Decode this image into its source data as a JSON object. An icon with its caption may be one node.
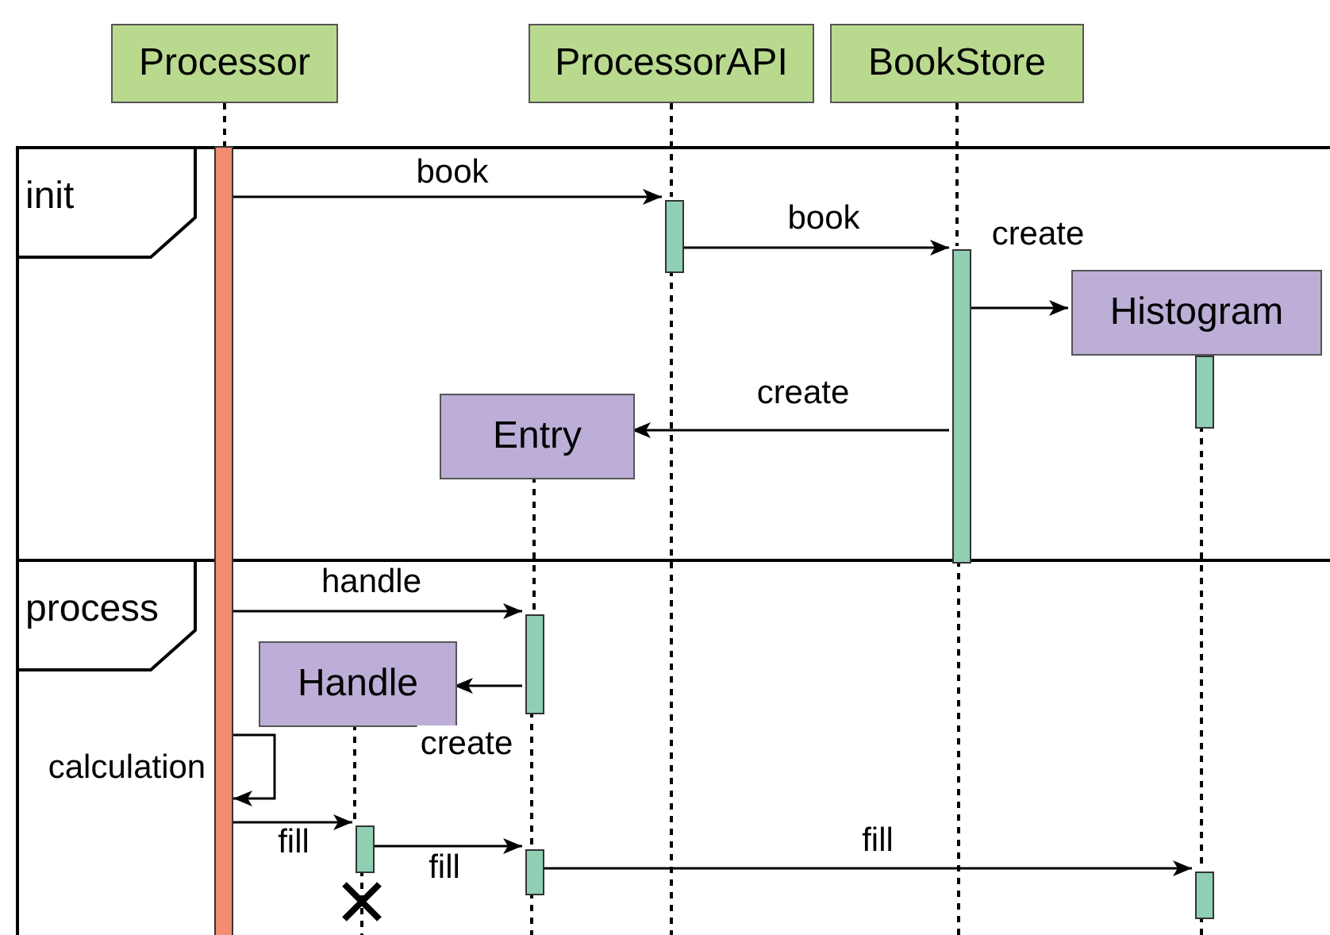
{
  "diagram": {
    "nodes": [
      {
        "text": [
          "init"
        ]
      },
      {
        "text": [
          "process"
        ]
      },
      {
        "text": [
          "Processor"
        ]
      },
      {
        "text": [
          "ProcessorAPI"
        ]
      },
      {
        "text": [
          "BookStore"
        ]
      },
      {
        "text": [
          "Histogram"
        ],
        "in": 0
      },
      {
        "text": [
          "Entry"
        ],
        "in": 0
      },
      {
        "text": [
          "Handle"
        ],
        "in": 1
      },
      {
        "text": [],
        "shape": "bar"
      },
      {
        "text": [],
        "shape": "bar",
        "in": 0
      },
      {
        "text": [],
        "shape": "bar",
        "in": 0
      },
      {
        "text": [],
        "shape": "bar",
        "in": 0
      },
      {
        "text": [],
        "shape": "bar",
        "in": 1
      },
      {
        "text": [],
        "shape": "bar",
        "in": 1
      },
      {
        "text": [],
        "shape": "bar",
        "in": 1
      },
      {
        "text": [],
        "shape": "bar",
        "in": 1
      }
    ],
    "edges": [
      {
        "from": 8,
        "to": 9,
        "arrow": "to",
        "label": "book"
      },
      {
        "from": 9,
        "to": 10,
        "arrow": "to",
        "label": "book"
      },
      {
        "from": 10,
        "to": 5,
        "arrow": "to",
        "label": "create"
      },
      {
        "from": 10,
        "to": 6,
        "arrow": "to",
        "label": "create"
      },
      {
        "from": 8,
        "to": 12,
        "arrow": "to",
        "label": "handle"
      },
      {
        "from": 12,
        "to": 7,
        "arrow": "to",
        "label": "create"
      },
      {
        "from": 8,
        "to": 8,
        "arrow": "to",
        "label": "calculation"
      },
      {
        "from": 8,
        "to": 13,
        "arrow": "to",
        "label": "fill"
      },
      {
        "from": 13,
        "to": 14,
        "arrow": "to",
        "label": "fill"
      },
      {
        "from": 14,
        "to": 15,
        "arrow": "to",
        "label": "fill"
      },
      {
        "from": 2,
        "to": 8,
        "arrow": "none",
        "style": "dashed"
      },
      {
        "from": 3,
        "to": 9,
        "arrow": "none",
        "style": "dashed"
      },
      {
        "from": 9,
        "to": 1,
        "arrow": "none",
        "style": "dashed"
      },
      {
        "from": 4,
        "to": 10,
        "arrow": "none",
        "style": "dashed"
      },
      {
        "from": 10,
        "to": 1,
        "arrow": "none",
        "style": "dashed"
      },
      {
        "from": 11,
        "to": 15,
        "arrow": "none",
        "style": "dashed"
      },
      {
        "from": 15,
        "to": null,
        "arrow": "none",
        "style": "dashed"
      },
      {
        "from": 6,
        "to": 12,
        "arrow": "none",
        "style": "dashed"
      },
      {
        "from": 12,
        "to": 14,
        "arrow": "none",
        "style": "dashed"
      },
      {
        "from": 14,
        "to": null,
        "arrow": "none",
        "style": "dashed"
      },
      {
        "from": 7,
        "to": 13,
        "arrow": "none",
        "style": "dashed"
      },
      {
        "from": 13,
        "to": null,
        "arrow": "none",
        "style": "dashed"
      }
    ]
  }
}
